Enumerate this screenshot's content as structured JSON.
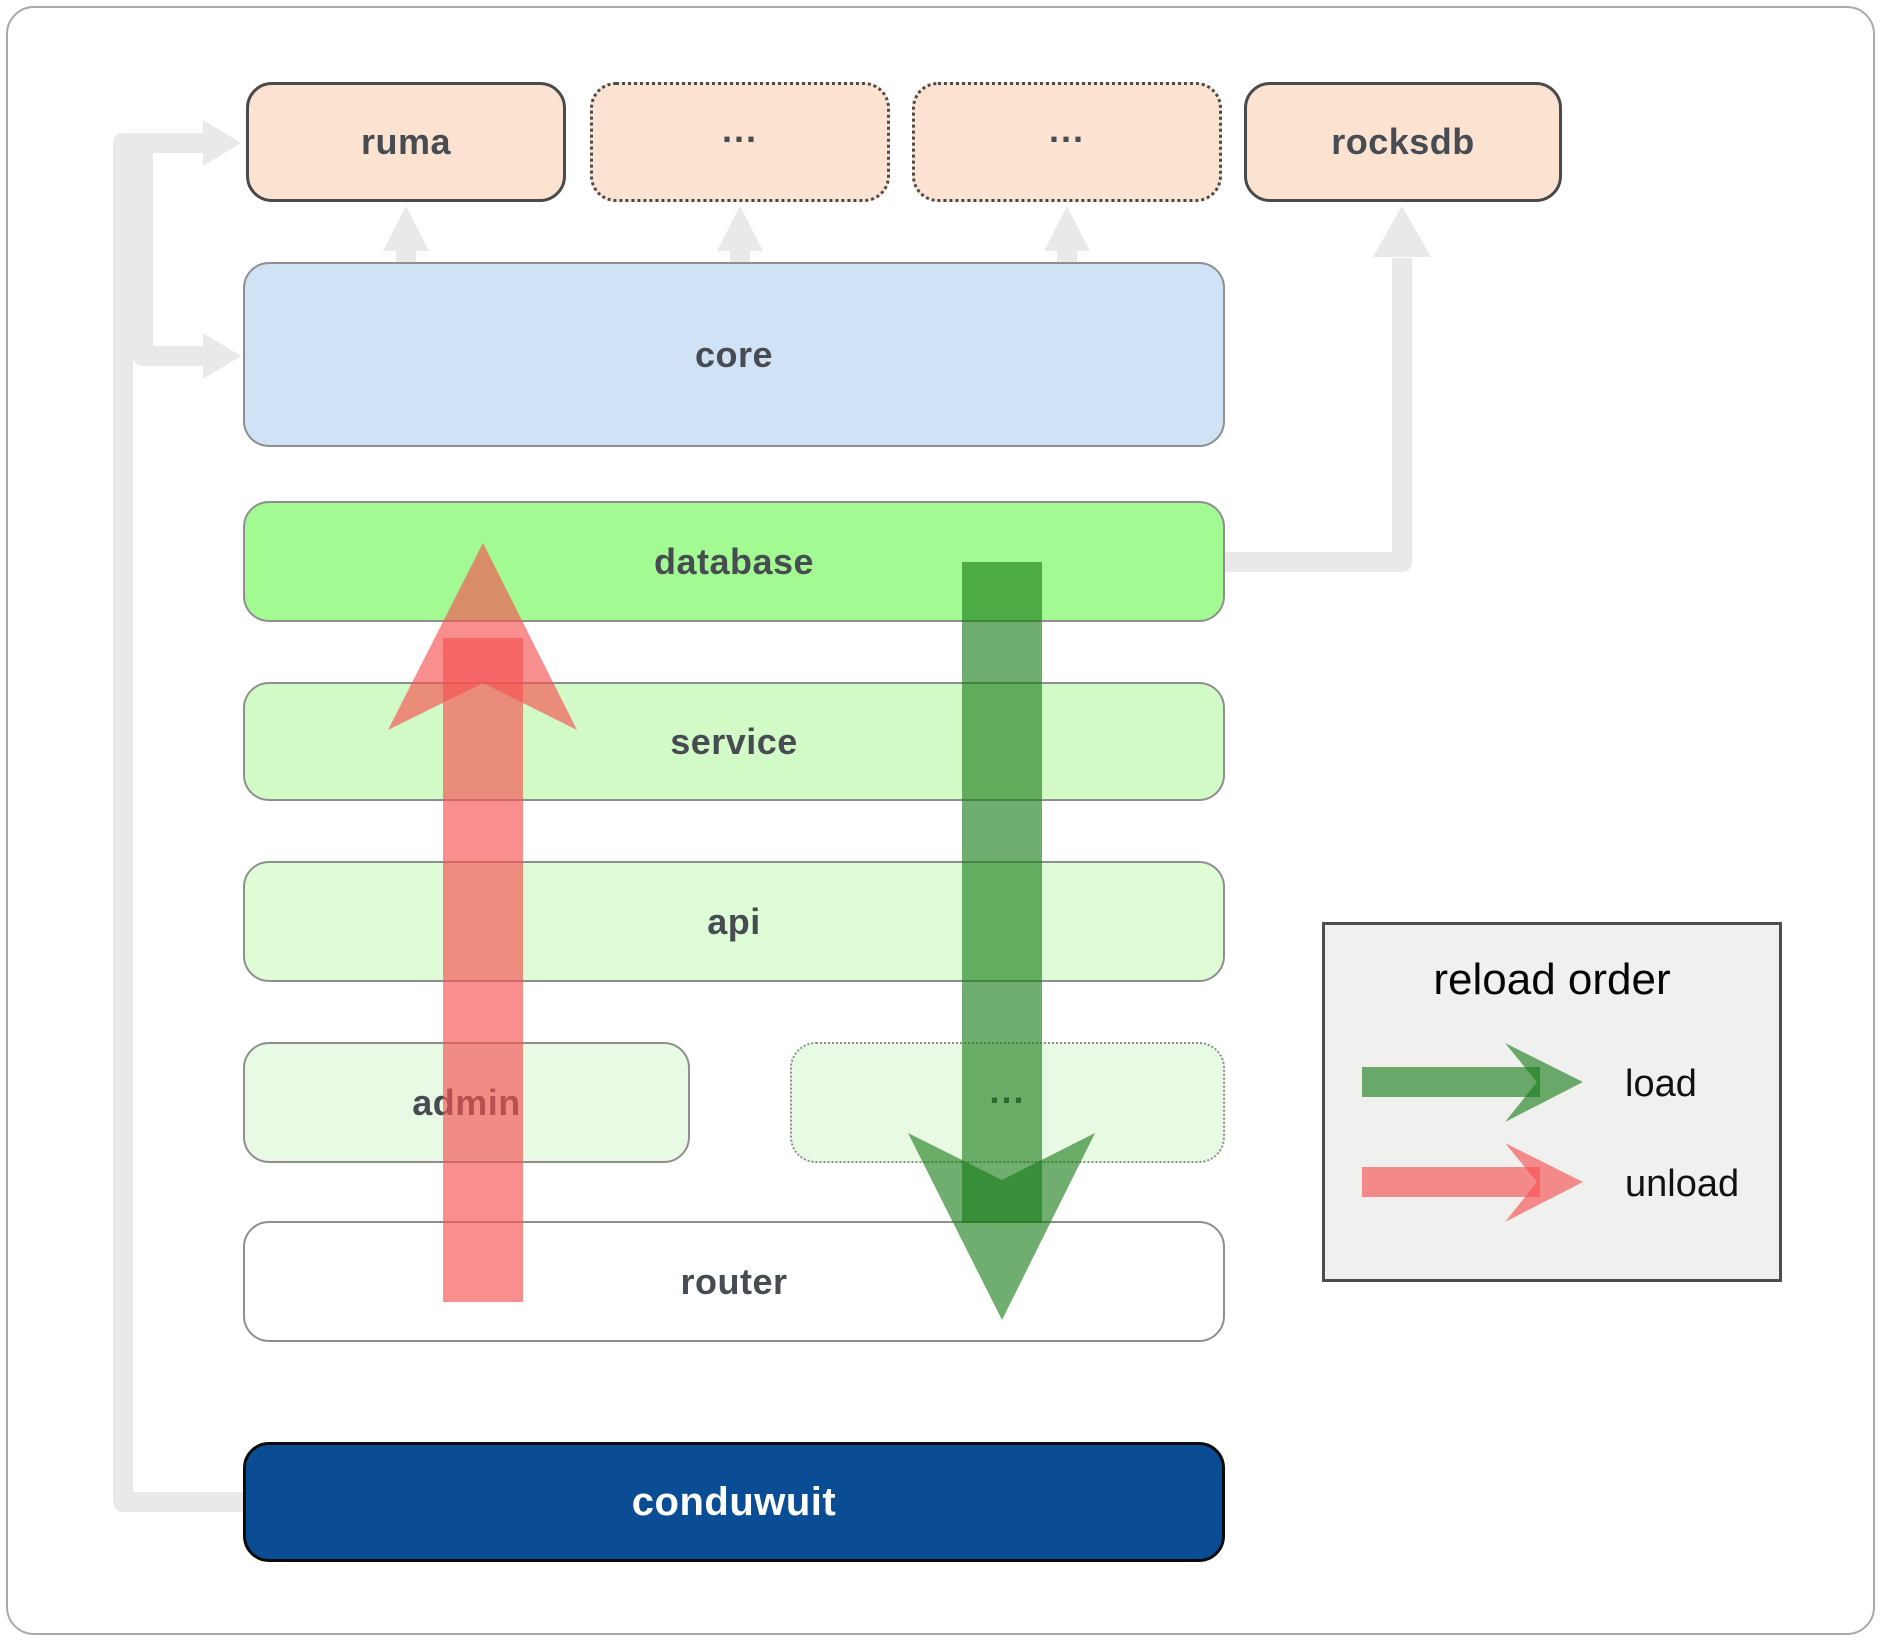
{
  "nodes": {
    "ruma": {
      "label": "ruma"
    },
    "top_dots_1": {
      "label": "..."
    },
    "top_dots_2": {
      "label": "..."
    },
    "rocksdb": {
      "label": "rocksdb"
    },
    "core": {
      "label": "core"
    },
    "database": {
      "label": "database"
    },
    "service": {
      "label": "service"
    },
    "api": {
      "label": "api"
    },
    "admin": {
      "label": "admin"
    },
    "admin_dots": {
      "label": "..."
    },
    "router": {
      "label": "router"
    },
    "conduwuit": {
      "label": "conduwuit"
    }
  },
  "legend": {
    "title": "reload order",
    "load_label": "load",
    "unload_label": "unload"
  },
  "colors": {
    "load_green": "rgba(25,125,25,0.62)",
    "unload_red": "rgba(246,82,82,0.65)",
    "connector": "#e9e9e9",
    "peach": "#fce3d1",
    "core_blue": "#cfe2f6",
    "database_green": "#a3fa92",
    "service_green": "#d2fac6",
    "api_green": "#defcd5",
    "admin_green": "#e9fae4",
    "router_white": "#ffffff",
    "conduwuit_blue": "#0a4d94",
    "legend_bg": "#f0f0ef"
  }
}
